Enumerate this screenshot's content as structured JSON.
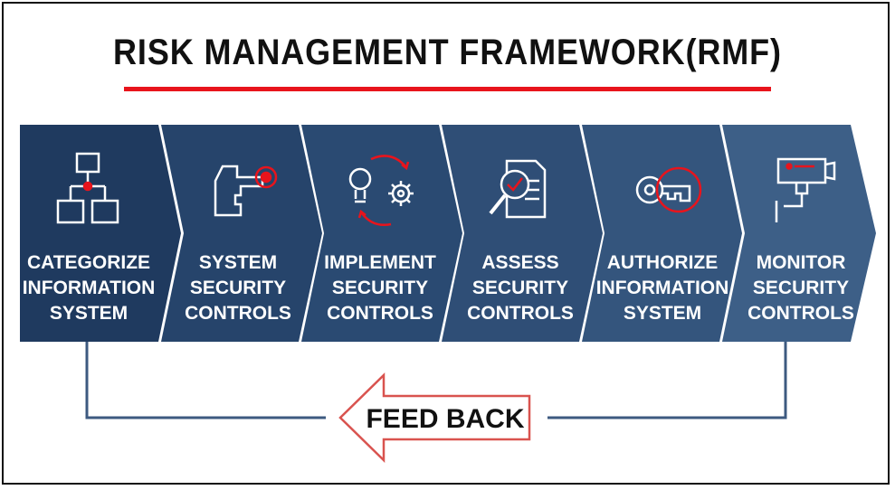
{
  "title": "RISK MANAGEMENT FRAMEWORK(RMF)",
  "colors": {
    "accent": "#e8141c",
    "dark_blue": "#1f3a5f",
    "mid_blue": "#2f4e74",
    "light_blue": "#3f6089",
    "feedback_line": "#3d5a80",
    "arrow_outline": "#d9534f"
  },
  "steps": [
    {
      "icon": "hierarchy-icon",
      "lines": [
        "CATEGORIZE",
        "INFORMATION",
        "SYSTEM"
      ]
    },
    {
      "icon": "hand-pressing-button-icon",
      "lines": [
        "SYSTEM",
        "SECURITY",
        "CONTROLS"
      ]
    },
    {
      "icon": "lightbulb-gear-cycle-icon",
      "lines": [
        "IMPLEMENT",
        "SECURITY",
        "CONTROLS"
      ]
    },
    {
      "icon": "magnifier-document-icon",
      "lines": [
        "ASSESS",
        "SECURITY",
        "CONTROLS"
      ]
    },
    {
      "icon": "key-icon",
      "lines": [
        "AUTHORIZE",
        "INFORMATION",
        "SYSTEM"
      ]
    },
    {
      "icon": "security-camera-icon",
      "lines": [
        "MONITOR",
        "SECURITY",
        "CONTROLS"
      ]
    }
  ],
  "feedback": {
    "label": "FEED BACK"
  }
}
